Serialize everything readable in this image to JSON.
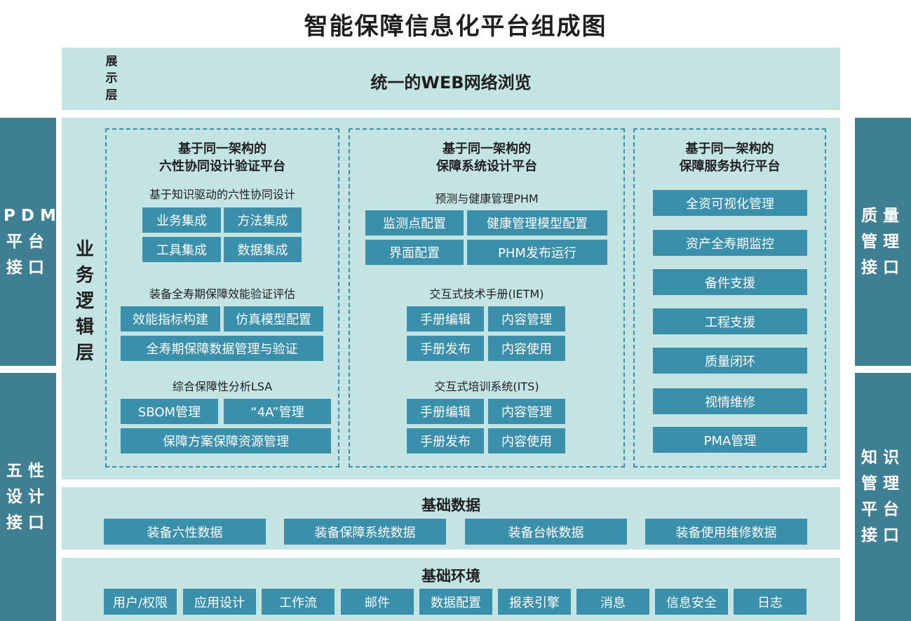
{
  "title": "智能保障信息化平台组成图",
  "side_left": {
    "top": "PDM\n平台\n接口",
    "bottom": "五性\n设计\n接口"
  },
  "side_right": {
    "top": "质量\n管理\n接口",
    "bottom": "知识\n管理\n平台\n接口"
  },
  "presentation": {
    "label": "展\n示\n层",
    "content": "统一的WEB网络浏览"
  },
  "logic": {
    "label": "业\n务\n逻\n辑\n层",
    "columns": [
      {
        "title": "基于同一架构的\n六性协同设计验证平台",
        "sections": [
          {
            "heading": "基于知识驱动的六性协同设计",
            "items": [
              "业务集成",
              "方法集成",
              "工具集成",
              "数据集成"
            ]
          },
          {
            "heading": "装备全寿期保障效能验证评估",
            "items": [
              "效能指标构建",
              "仿真模型配置",
              "全寿期保障数据管理与验证"
            ]
          },
          {
            "heading": "综合保障性分析LSA",
            "items": [
              "SBOM管理",
              "“4A”管理",
              "保障方案保障资源管理"
            ]
          }
        ]
      },
      {
        "title": "基于同一架构的\n保障系统设计平台",
        "sections": [
          {
            "heading": "预测与健康管理PHM",
            "items": [
              "监测点配置",
              "健康管理模型配置",
              "界面配置",
              "PHM发布运行"
            ]
          },
          {
            "heading": "交互式技术手册(IETM)",
            "items": [
              "手册编辑",
              "内容管理",
              "手册发布",
              "内容使用"
            ]
          },
          {
            "heading": "交互式培训系统(ITS)",
            "items": [
              "手册编辑",
              "内容管理",
              "手册发布",
              "内容使用"
            ]
          }
        ]
      },
      {
        "title": "基于同一架构的\n保障服务执行平台",
        "items": [
          "全资可视化管理",
          "资产全寿期监控",
          "备件支援",
          "工程支援",
          "质量闭环",
          "视情维修",
          "PMA管理"
        ]
      }
    ]
  },
  "basic_data": {
    "title": "基础数据",
    "items": [
      "装备六性数据",
      "装备保障系统数据",
      "装备台帐数据",
      "装备使用维修数据"
    ]
  },
  "basic_env": {
    "title": "基础环境",
    "items": [
      "用户/权限",
      "应用设计",
      "工作流",
      "邮件",
      "数据配置",
      "报表引擎",
      "消息",
      "信息安全",
      "日志"
    ]
  }
}
